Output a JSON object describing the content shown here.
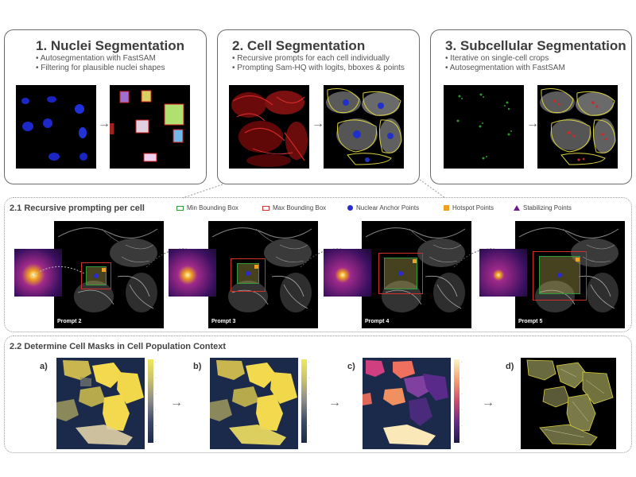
{
  "panels": [
    {
      "title": "1. Nuclei Segmentation",
      "bullets": [
        "• Autosegmentation with FastSAM",
        "• Filtering for plausible nuclei shapes"
      ]
    },
    {
      "title": "2. Cell Segmentation",
      "bullets": [
        "• Recursive prompts for each cell individually",
        "• Prompting Sam-HQ with logits, bboxes & points"
      ]
    },
    {
      "title": "3. Subcellular Segmentation",
      "bullets": [
        "• Iterative on single-cell crops",
        "• Autosegmentation with FastSAM"
      ]
    }
  ],
  "section21": {
    "title": "2.1 Recursive prompting per cell",
    "legend": [
      "Min Bounding Box",
      "Max Bounding Box",
      "Nuclear Anchor Points",
      "Hotspot Points",
      "Stabilizing Points"
    ],
    "prompts": [
      "Prompt 2",
      "Prompt 3",
      "Prompt 4",
      "Prompt 5"
    ]
  },
  "section22": {
    "title": "2.2 Determine Cell Masks in Cell Population Context",
    "labels": [
      "a)",
      "b)",
      "c)",
      "d)"
    ]
  },
  "colors": {
    "min_box": "#2e9a3a",
    "max_box": "#d0302c",
    "nuclear": "#2a2ad0",
    "hotspot": "#f0a020",
    "stabilizing": "#6a1a8a",
    "mask_bg": "#1b2a4a",
    "mask_yellow": "#f2d94e"
  },
  "icons": {
    "arrow": "→",
    "dotted_arrow": "⇢"
  }
}
